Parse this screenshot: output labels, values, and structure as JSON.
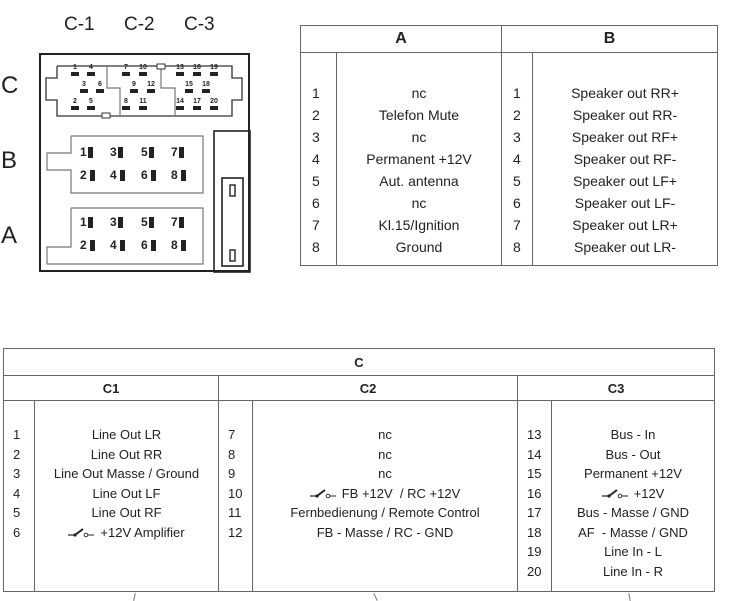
{
  "diagram": {
    "column_labels": [
      "C-1",
      "C-2",
      "C-3"
    ],
    "row_labels": {
      "c": "C",
      "b": "B",
      "a": "A"
    },
    "connector_c_pins": [
      "1",
      "4",
      "7",
      "10",
      "13",
      "16",
      "19",
      "3",
      "6",
      "9",
      "12",
      "15",
      "18",
      "2",
      "5",
      "8",
      "11",
      "14",
      "17",
      "20"
    ],
    "connector_b_pins": [
      "1",
      "3",
      "5",
      "7",
      "2",
      "4",
      "6",
      "8"
    ],
    "connector_a_pins": [
      "1",
      "3",
      "5",
      "7",
      "2",
      "4",
      "6",
      "8"
    ]
  },
  "table_ab": {
    "headers": [
      "A",
      "B"
    ],
    "a": {
      "nums": [
        "1",
        "2",
        "3",
        "4",
        "5",
        "6",
        "7",
        "8"
      ],
      "labels": [
        "nc",
        "Telefon Mute",
        "nc",
        "Permanent +12V",
        "Aut. antenna",
        "nc",
        "Kl.15/Ignition",
        "Ground"
      ]
    },
    "b": {
      "nums": [
        "1",
        "2",
        "3",
        "4",
        "5",
        "6",
        "7",
        "8"
      ],
      "labels": [
        "Speaker out RR+",
        "Speaker out RR-",
        "Speaker out RF+",
        "Speaker out RF-",
        "Speaker out LF+",
        "Speaker out LF-",
        "Speaker out LR+",
        "Speaker out LR-"
      ]
    }
  },
  "table_c": {
    "title": "C",
    "sub_headers": [
      "C1",
      "C2",
      "C3"
    ],
    "c1": {
      "nums": [
        "1",
        "2",
        "3",
        "4",
        "5",
        "6"
      ],
      "labels": [
        "Line Out LR",
        "Line Out RR",
        "Line Out Masse / Ground",
        "Line Out LF",
        "Line Out RF",
        "+12V Amplifier"
      ],
      "switch_rows": [
        5
      ]
    },
    "c2": {
      "nums": [
        "7",
        "8",
        "9",
        "10",
        "11",
        "12"
      ],
      "labels": [
        "nc",
        "nc",
        "nc",
        "FB +12V  / RC +12V",
        "Fernbedienung / Remote Control",
        "FB - Masse / RC - GND"
      ],
      "switch_rows": [
        3
      ]
    },
    "c3": {
      "nums": [
        "13",
        "14",
        "15",
        "16",
        "17",
        "18",
        "19",
        "20"
      ],
      "labels": [
        "Bus - In",
        "Bus - Out",
        "Permanent +12V",
        "+12V",
        "Bus - Masse / GND",
        "AF  - Masse / GND",
        "Line In - L",
        "Line In - R"
      ],
      "switch_rows": [
        3
      ]
    },
    "switch_icon": "switched-power-icon"
  }
}
